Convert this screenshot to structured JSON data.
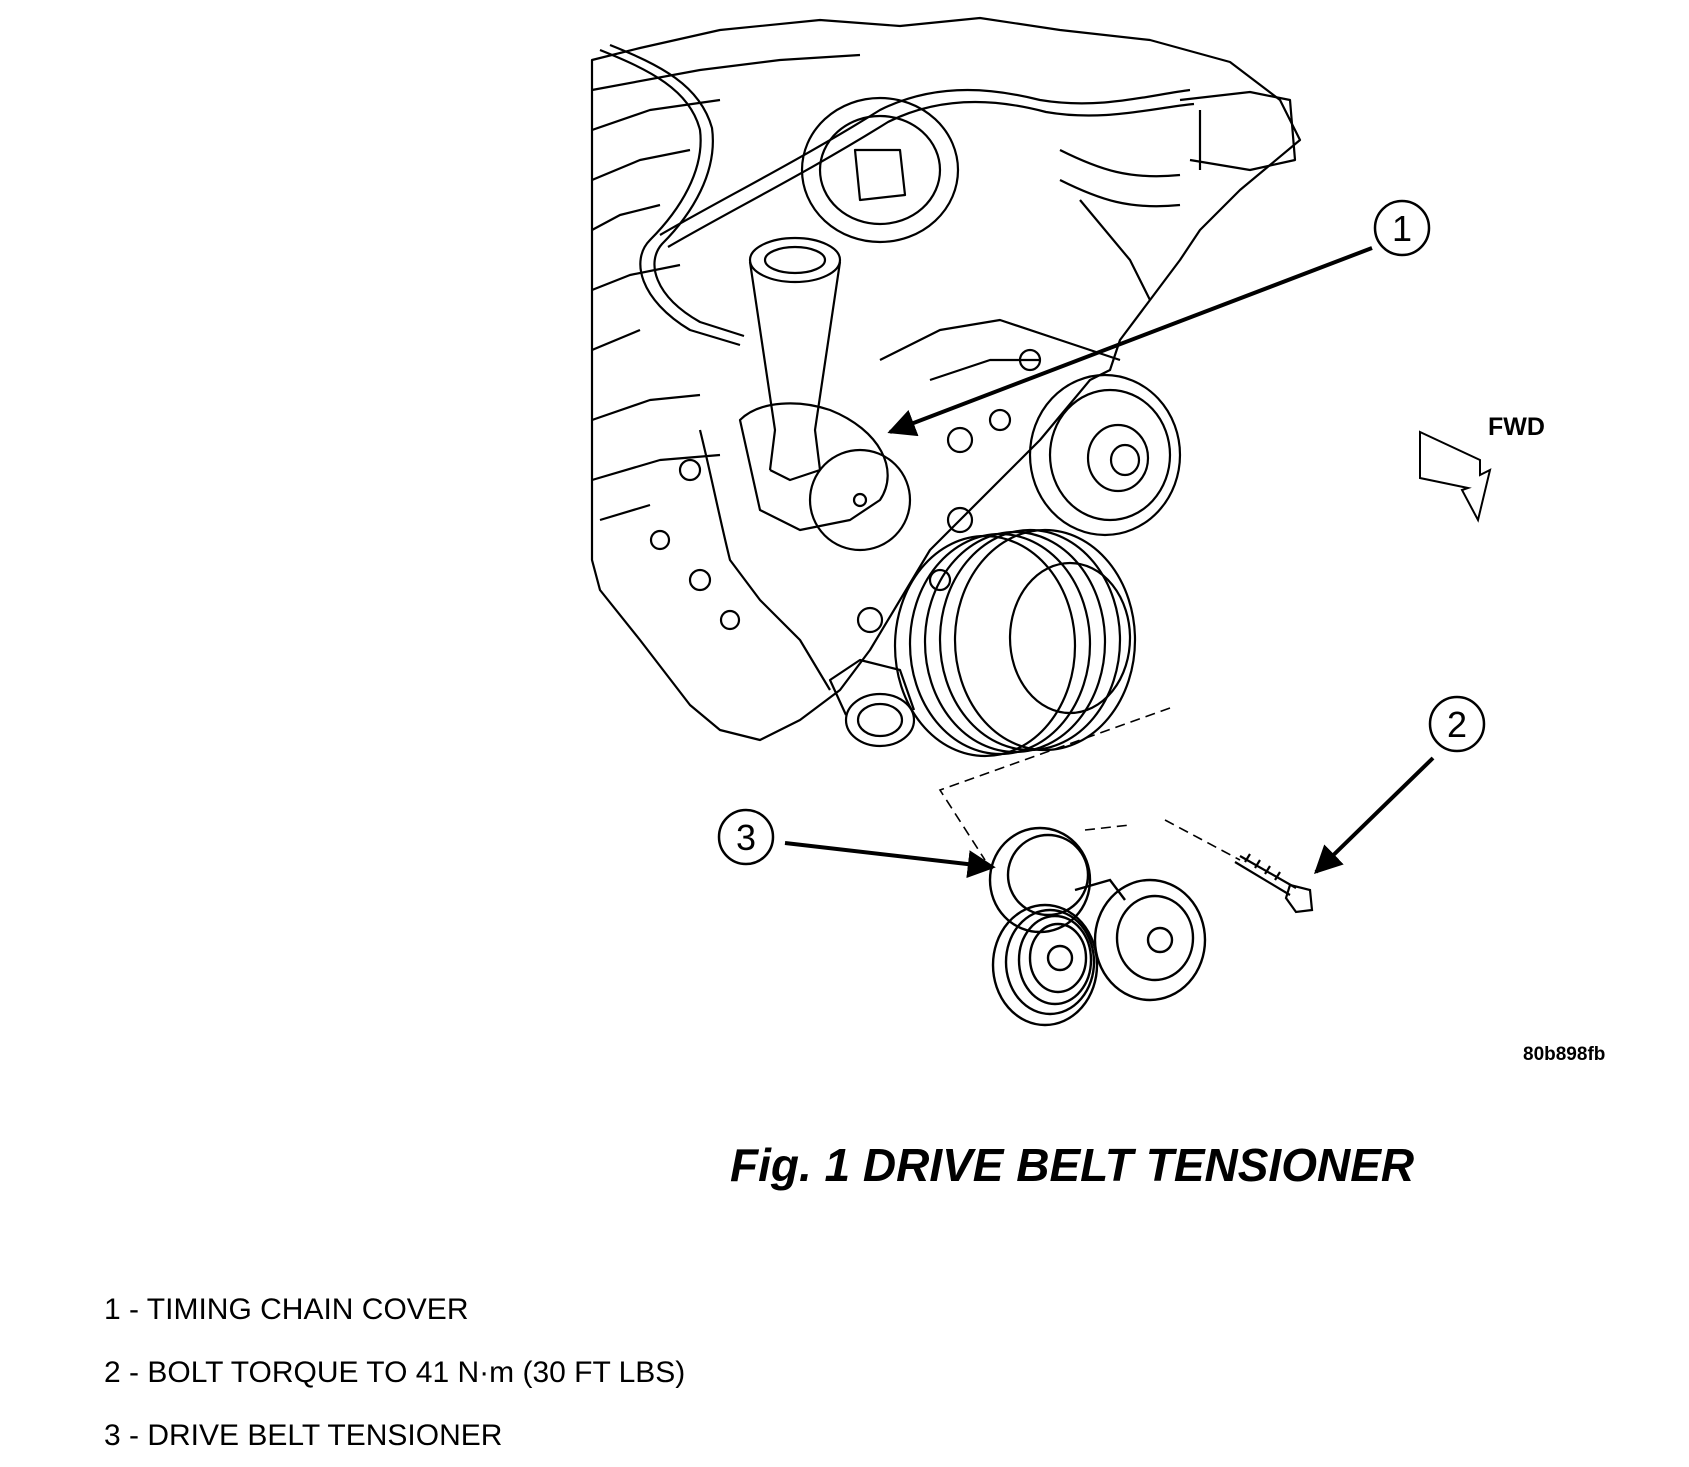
{
  "figure": {
    "caption": "Fig. 1 DRIVE BELT TENSIONER",
    "code": "80b898fb",
    "direction_label": "FWD"
  },
  "callouts": [
    {
      "number": "1",
      "part": "TIMING CHAIN COVER"
    },
    {
      "number": "2",
      "part": "BOLT TORQUE TO 41 N·m (30 FT LBS)"
    },
    {
      "number": "3",
      "part": "DRIVE BELT TENSIONER"
    }
  ],
  "legend": [
    "1 - TIMING CHAIN COVER",
    "2 - BOLT TORQUE TO 41 N·m (30 FT LBS)",
    "3 - DRIVE BELT TENSIONER"
  ]
}
